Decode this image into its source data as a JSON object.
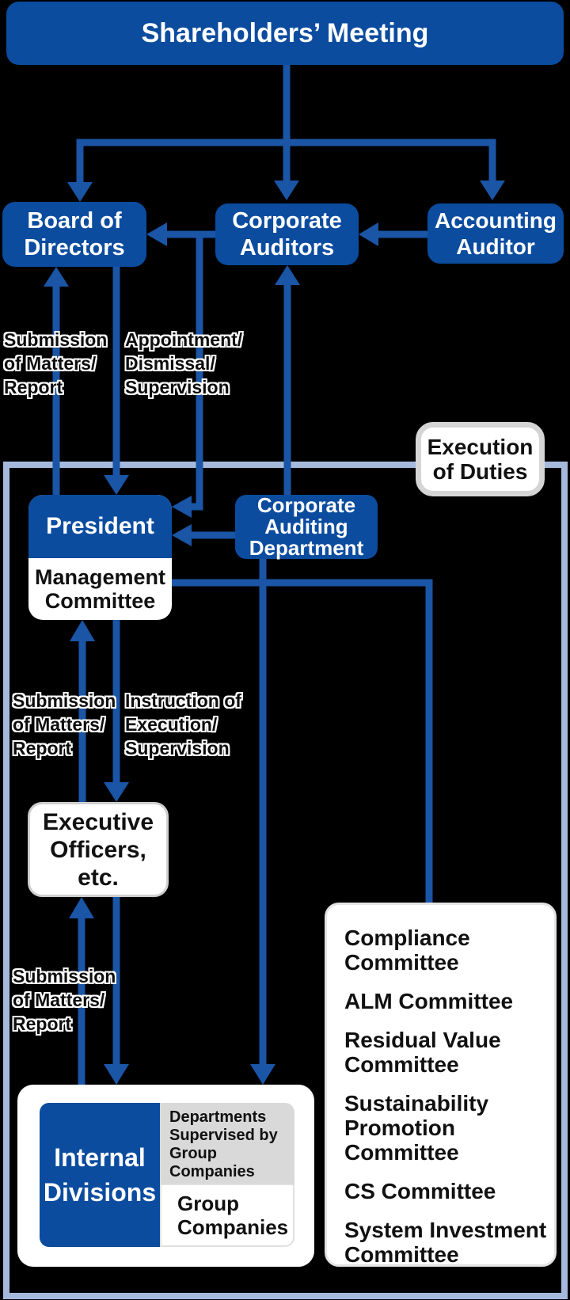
{
  "colors": {
    "primary_blue": "#0b4c9f",
    "line_blue": "#1a55a6",
    "frame_blue": "#a4b9dc",
    "gray_fill": "#d9d9d9",
    "background": "#000000"
  },
  "shareholders_meeting": "Shareholders’ Meeting",
  "board_of_directors": {
    "l1": "Board of",
    "l2": "Directors"
  },
  "corporate_auditors": {
    "l1": "Corporate",
    "l2": "Auditors"
  },
  "accounting_auditor": {
    "l1": "Accounting",
    "l2": "Auditor"
  },
  "execution_of_duties": {
    "l1": "Execution",
    "l2": "of Duties"
  },
  "president": "President",
  "management_committee": {
    "l1": "Management",
    "l2": "Committee"
  },
  "corporate_auditing_department": {
    "l1": "Corporate",
    "l2": "Auditing",
    "l3": "Department"
  },
  "executive_officers": {
    "l1": "Executive",
    "l2": "Officers,",
    "l3": "etc."
  },
  "internal_divisions": {
    "l1": "Internal",
    "l2": "Divisions"
  },
  "departments_supervised": {
    "l1": "Departments",
    "l2": "Supervised by",
    "l3": "Group",
    "l4": "Companies"
  },
  "group_companies": {
    "l1": "Group",
    "l2": "Companies"
  },
  "flow_labels": {
    "submission": {
      "l1": "Submission",
      "l2": "of Matters/",
      "l3": "Report"
    },
    "appointment": {
      "l1": "Appointment/",
      "l2": "Dismissal/",
      "l3": "Supervision"
    },
    "instruction": {
      "l1": "Instruction of",
      "l2": "Execution/",
      "l3": "Supervision"
    }
  },
  "committees": {
    "items": [
      "Compliance Committee",
      "ALM Committee",
      "Residual Value Committee",
      "Sustainability Promotion Committee",
      "CS Committee",
      "System Investment Committee"
    ]
  }
}
